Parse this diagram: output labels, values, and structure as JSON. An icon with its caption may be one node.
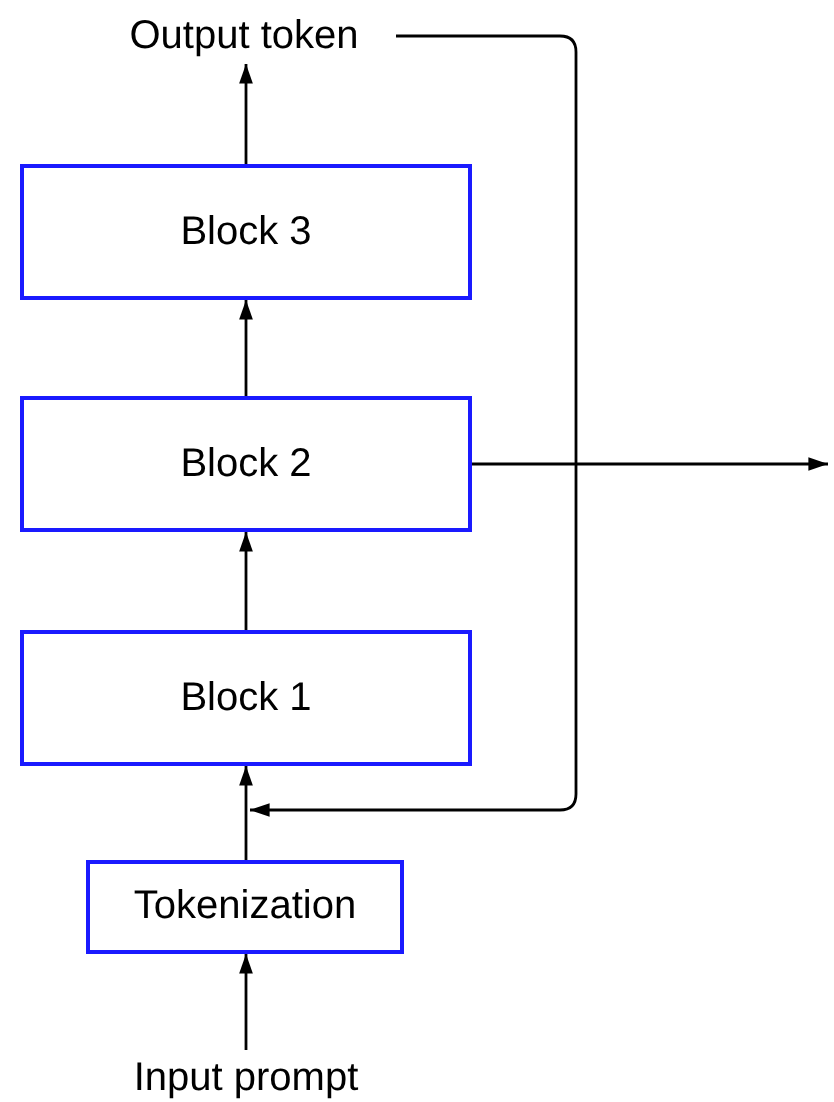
{
  "diagram": {
    "nodes": [
      {
        "text": [
          "Output token"
        ]
      },
      {
        "text": [
          "Block 3"
        ]
      },
      {
        "text": [
          "Block 2"
        ]
      },
      {
        "text": [
          "Block 1"
        ]
      },
      {
        "text": [
          "Tokenization"
        ]
      },
      {
        "text": [
          "Input prompt"
        ]
      }
    ],
    "edges": [
      {
        "from": 1,
        "to": 0,
        "arrow": "to"
      },
      {
        "from": 2,
        "to": 1,
        "arrow": "to"
      },
      {
        "from": 3,
        "to": 2,
        "arrow": "to"
      },
      {
        "from": 4,
        "to": 3,
        "arrow": "to"
      },
      {
        "from": 5,
        "to": 4,
        "arrow": "to"
      },
      {
        "from": 0,
        "to": 3,
        "arrow": "to"
      },
      {
        "from": 2,
        "to": null,
        "arrow": "to"
      }
    ]
  }
}
